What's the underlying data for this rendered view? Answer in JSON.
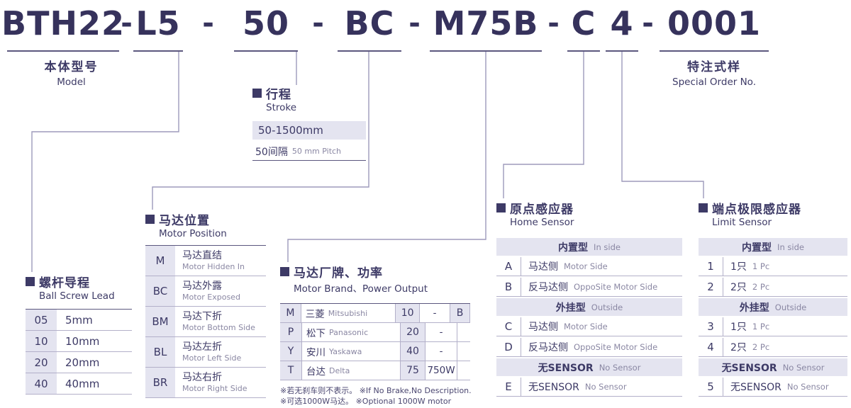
{
  "colors": {
    "ink": "#3d3a66",
    "muted": "#8a87a3",
    "lavender": "#e4e4f0",
    "connector": "#9d9abb"
  },
  "model_code": {
    "segments": [
      "BTH22",
      "L5",
      "50",
      "BC",
      "M75B",
      "C",
      "4",
      "0001"
    ],
    "separator": "-"
  },
  "model_label": {
    "zh": "本体型号",
    "en": "Model"
  },
  "special_label": {
    "zh": "特注式样",
    "en": "Special Order No."
  },
  "stroke": {
    "zh": "行程",
    "en": "Stroke",
    "range": "50-1500mm",
    "pitch_zh": "50间隔",
    "pitch_en": "50 mm Pitch"
  },
  "ball_screw": {
    "zh": "螺杆导程",
    "en": "Ball Screw Lead",
    "rows": [
      {
        "code": "05",
        "value": "5mm"
      },
      {
        "code": "10",
        "value": "10mm"
      },
      {
        "code": "20",
        "value": "20mm"
      },
      {
        "code": "40",
        "value": "40mm"
      }
    ]
  },
  "motor_position": {
    "zh": "马达位置",
    "en": "Motor Position",
    "rows": [
      {
        "code": "M",
        "zh": "马达直结",
        "en": "Motor Hidden In"
      },
      {
        "code": "BC",
        "zh": "马达外露",
        "en": "Motor Exposed"
      },
      {
        "code": "BM",
        "zh": "马达下折",
        "en": "Motor Bottom Side"
      },
      {
        "code": "BL",
        "zh": "马达左折",
        "en": "Motor Left Side"
      },
      {
        "code": "BR",
        "zh": "马达右折",
        "en": "Motor Right Side"
      }
    ]
  },
  "motor_brand": {
    "zh": "马达厂牌、功率",
    "en": "Motor Brand、Power Output",
    "rows": [
      {
        "brand_code": "M",
        "brand_zh": "三菱",
        "brand_en": "Mitsubishi",
        "power_code": "10",
        "power_value": "-",
        "brake": "B"
      },
      {
        "brand_code": "P",
        "brand_zh": "松下",
        "brand_en": "Panasonic",
        "power_code": "20",
        "power_value": "-"
      },
      {
        "brand_code": "Y",
        "brand_zh": "安川",
        "brand_en": "Yaskawa",
        "power_code": "40",
        "power_value": "-"
      },
      {
        "brand_code": "T",
        "brand_zh": "台达",
        "brand_en": "Delta",
        "power_code": "75",
        "power_value": "750W"
      }
    ],
    "note1": "※若无刹车则不表示。 ※If No Brake,No Description.",
    "note2": "※可选1000W马达。 ※Optional 1000W motor"
  },
  "home_sensor": {
    "zh": "原点感应器",
    "en": "Home Sensor",
    "group1": {
      "zh": "内置型",
      "en": "In side"
    },
    "group2": {
      "zh": "外挂型",
      "en": "Outside"
    },
    "group3": {
      "zh": "无SENSOR",
      "en": "No Sensor"
    },
    "rows": [
      {
        "code": "A",
        "zh": "马达侧",
        "en": "Motor Side"
      },
      {
        "code": "B",
        "zh": "反马达侧",
        "en": "OppoSite Motor Side"
      },
      {
        "code": "C",
        "zh": "马达侧",
        "en": "Motor Side"
      },
      {
        "code": "D",
        "zh": "反马达侧",
        "en": "OppoSite Motor Side"
      },
      {
        "code": "E",
        "zh": "无SENSOR",
        "en": "No Sensor"
      }
    ]
  },
  "limit_sensor": {
    "zh": "端点极限感应器",
    "en": "Limit Sensor",
    "group1": {
      "zh": "内置型",
      "en": "In side"
    },
    "group2": {
      "zh": "外挂型",
      "en": "Outside"
    },
    "group3": {
      "zh": "无SENSOR",
      "en": "No Sensor"
    },
    "rows": [
      {
        "code": "1",
        "zh": "1只",
        "en": "1 Pc"
      },
      {
        "code": "2",
        "zh": "2只",
        "en": "2 Pc"
      },
      {
        "code": "3",
        "zh": "1只",
        "en": "1 Pc"
      },
      {
        "code": "4",
        "zh": "2只",
        "en": "2 Pc"
      },
      {
        "code": "5",
        "zh": "无SENSOR",
        "en": "No Sensor"
      }
    ]
  }
}
